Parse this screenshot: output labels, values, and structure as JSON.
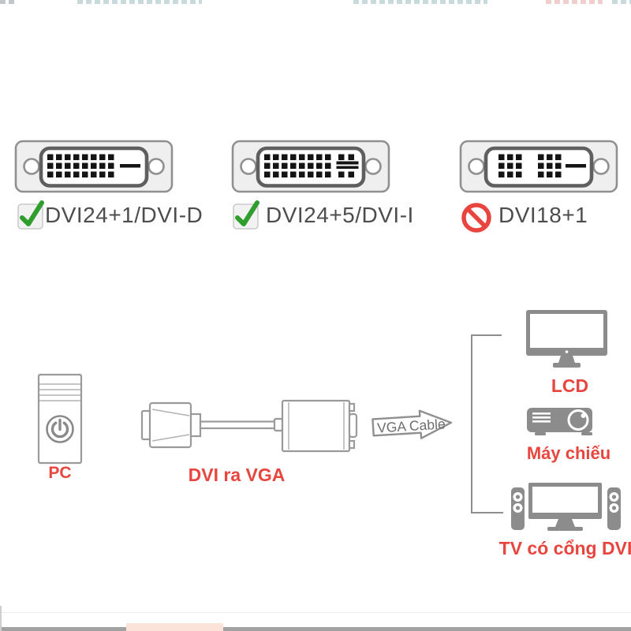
{
  "colors": {
    "accent_red": "#E8453F",
    "check_green": "#2F9E2F",
    "prohibited_red": "#E8453F",
    "connector_label_gray": "#4D4D4D",
    "device_gray": "#8C8C8C",
    "outline_gray": "#9A9A9A"
  },
  "compatibility": {
    "items": [
      {
        "label": "DVI24+1/DVI-D",
        "status": "supported",
        "icon": "check-icon"
      },
      {
        "label": "DVI24+5/DVI-I",
        "status": "supported",
        "icon": "check-icon"
      },
      {
        "label": "DVI18+1",
        "status": "not-supported",
        "icon": "prohibited-icon"
      }
    ]
  },
  "diagram": {
    "pc_label": "PC",
    "adapter_label": "DVI ra VGA",
    "arrow_label": "VGA Cable",
    "devices": [
      {
        "label": "LCD",
        "icon": "lcd-monitor-icon"
      },
      {
        "label": "Máy chiếu",
        "icon": "projector-icon"
      },
      {
        "label": "TV có cổng DVI",
        "icon": "tv-icon"
      }
    ]
  }
}
